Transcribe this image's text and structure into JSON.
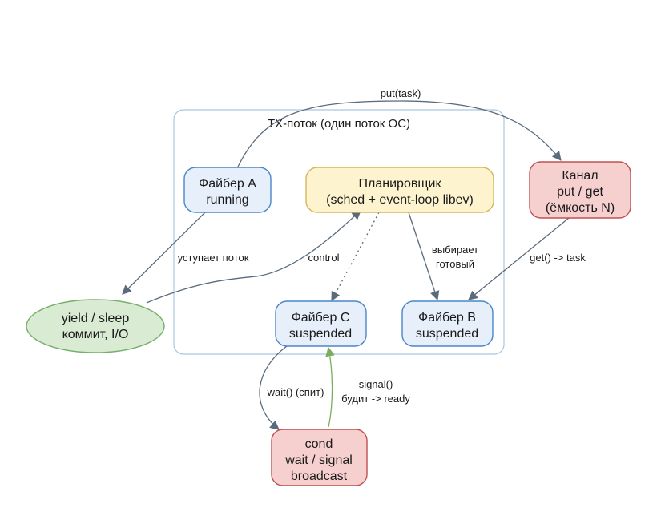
{
  "cluster": {
    "label": "TX-поток (один поток ОС)"
  },
  "nodes": {
    "fiber_a": {
      "line1": "Файбер A",
      "line2": "running"
    },
    "scheduler": {
      "line1": "Планировщик",
      "line2": "(sched + event-loop libev)"
    },
    "channel": {
      "line1": "Канал",
      "line2": "put / get",
      "line3": "(ёмкость N)"
    },
    "yield": {
      "line1": "yield / sleep",
      "line2": "коммит, I/O"
    },
    "fiber_c": {
      "line1": "Файбер C",
      "line2": "suspended"
    },
    "fiber_b": {
      "line1": "Файбер B",
      "line2": "suspended"
    },
    "cond": {
      "line1": "cond",
      "line2": "wait / signal",
      "line3": "broadcast"
    }
  },
  "edges": {
    "put_task": "put(task)",
    "yield_thread": "уступает поток",
    "control": "control",
    "selects_1": "выбирает",
    "selects_2": "готовый",
    "get_task": "get() -> task",
    "wait_sleeps": "wait() (спит)",
    "signal_1": "signal()",
    "signal_2": "будит -> ready"
  },
  "colors": {
    "cluster_border": "#a7c7e0",
    "blue_fill": "#e7effb",
    "blue_stroke": "#4a86c8",
    "yellow_fill": "#fdf3cf",
    "yellow_stroke": "#d6b65a",
    "red_fill": "#f6cfcf",
    "red_stroke": "#bf5050",
    "green_fill": "#d9ecd3",
    "green_stroke": "#76b06a",
    "edge": "#5a6b7c",
    "edge_green": "#7aae5e"
  }
}
